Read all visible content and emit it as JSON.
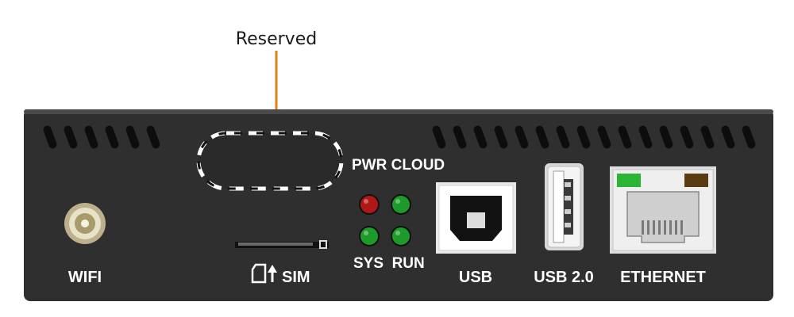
{
  "callout": {
    "label": "Reserved",
    "line_color": "#E0821E"
  },
  "panel": {
    "color": "#2f2f2f"
  },
  "labels": {
    "wifi": "WIFI",
    "sim": "SIM",
    "pwr_cloud": "PWR CLOUD",
    "sys_run": "SYS  RUN",
    "usb": "USB",
    "usb2": "USB 2.0",
    "ethernet": "ETHERNET"
  },
  "leds": [
    {
      "name": "PWR",
      "color": "#b01818"
    },
    {
      "name": "CLOUD",
      "color": "#1d9a2a"
    },
    {
      "name": "SYS",
      "color": "#1d9a2a"
    },
    {
      "name": "RUN",
      "color": "#1d9a2a"
    }
  ],
  "ports": [
    "wifi-antenna",
    "sim-slot",
    "usb-b",
    "usb-a",
    "rj45-ethernet"
  ]
}
